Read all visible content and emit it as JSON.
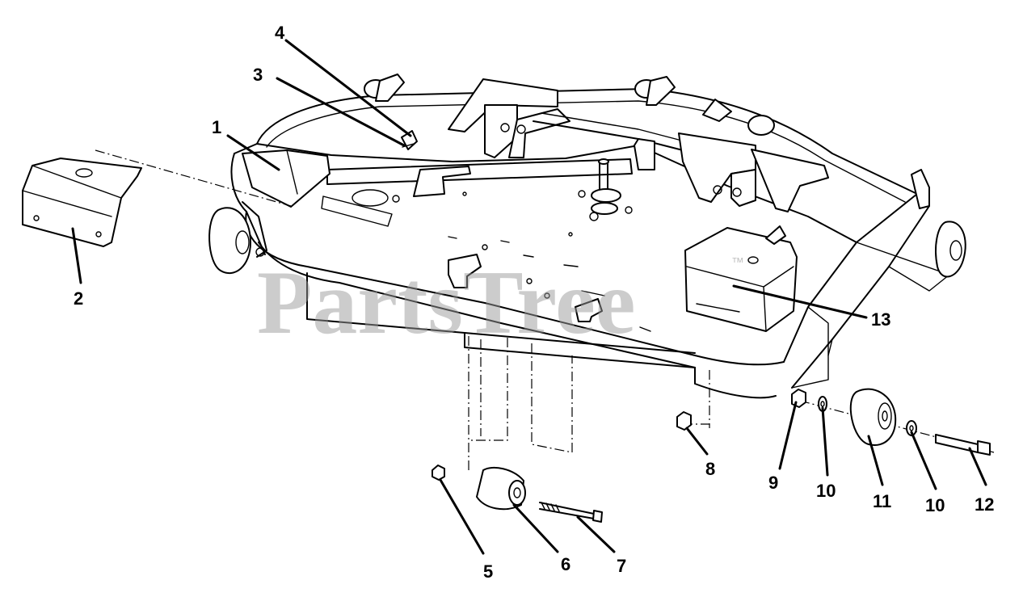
{
  "watermark": {
    "text": "PartsTree",
    "trademark": "™"
  },
  "callouts": [
    {
      "id": "c1",
      "label": "1"
    },
    {
      "id": "c2",
      "label": "2"
    },
    {
      "id": "c3",
      "label": "3"
    },
    {
      "id": "c4",
      "label": "4"
    },
    {
      "id": "c5",
      "label": "5"
    },
    {
      "id": "c6",
      "label": "6"
    },
    {
      "id": "c7",
      "label": "7"
    },
    {
      "id": "c8",
      "label": "8"
    },
    {
      "id": "c9",
      "label": "9"
    },
    {
      "id": "c10a",
      "label": "10"
    },
    {
      "id": "c11",
      "label": "11"
    },
    {
      "id": "c10b",
      "label": "10"
    },
    {
      "id": "c12",
      "label": "12"
    },
    {
      "id": "c13",
      "label": "13"
    }
  ]
}
